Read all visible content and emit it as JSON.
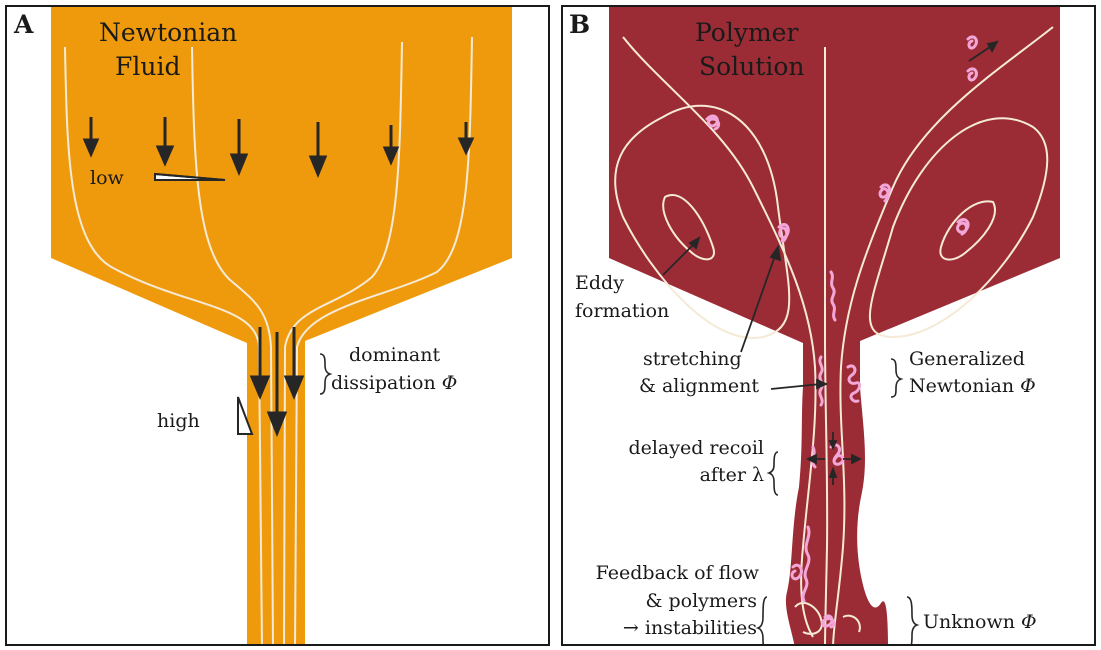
{
  "panel_a": {
    "letter": "A",
    "title_line1": "Newtonian",
    "title_line2": "Fluid",
    "low_label": "low",
    "high_label": "high",
    "dissipation_line1": "dominant",
    "dissipation_line2": "dissipation",
    "phi": "Φ",
    "fluid_color": "#ef9a0c"
  },
  "panel_b": {
    "letter": "B",
    "title_line1": "Polymer",
    "title_line2": "Solution",
    "eddy_line1": "Eddy",
    "eddy_line2": "formation",
    "stretch_line1": "stretching",
    "stretch_line2": "& alignment",
    "gen_line1": "Generalized",
    "gen_line2": "Newtonian",
    "phi": "Φ",
    "recoil_line1": "delayed recoil",
    "recoil_line2": "after λ",
    "feedback_line1": "Feedback of flow",
    "feedback_line2": "& polymers",
    "feedback_line3": "→ instabilities",
    "unknown_label": "Unknown",
    "fluid_color": "#9b2c36",
    "polymer_color": "#f3a6d8"
  }
}
